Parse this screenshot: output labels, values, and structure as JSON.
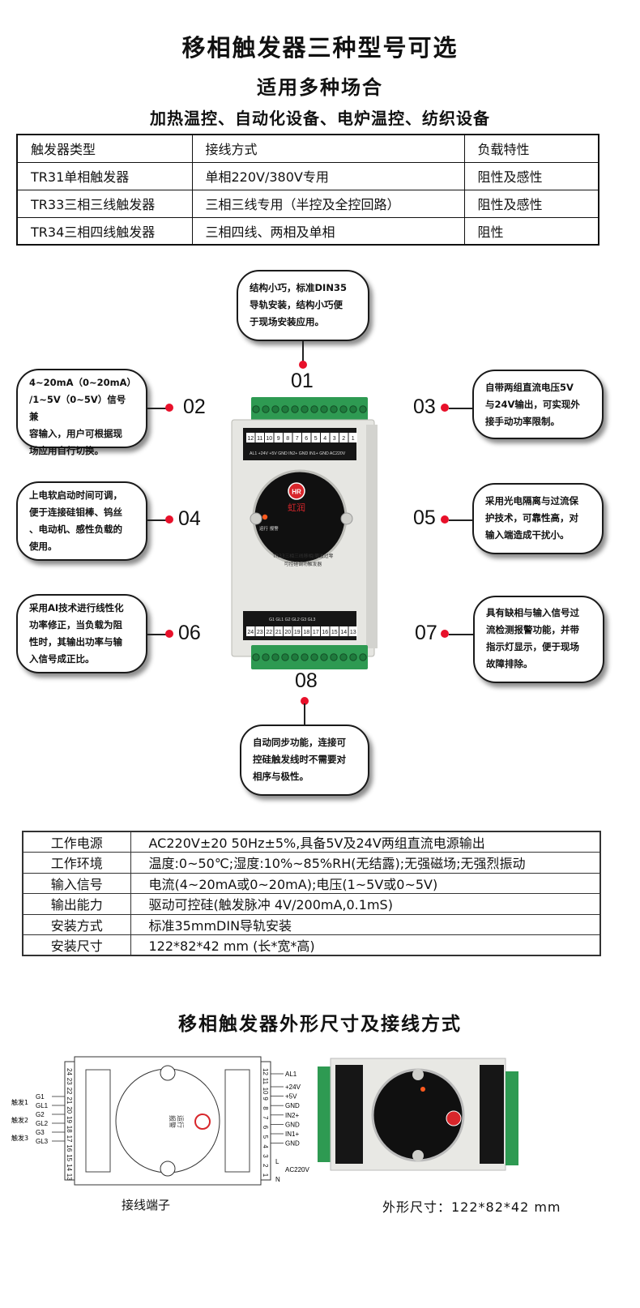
{
  "header": {
    "title": "移相触发器三种型号可选",
    "subtitle": "适用多种场合",
    "applications": "加热温控、自动化设备、电炉温控、纺织设备"
  },
  "type_table": {
    "headers": [
      "触发器类型",
      "接线方式",
      "负载特性"
    ],
    "rows": [
      [
        "TR31单相触发器",
        "单相220V/380V专用",
        "阻性及感性"
      ],
      [
        "TR33三相三线触发器",
        "三相三线专用（半控及全控回路）",
        "阻性及感性"
      ],
      [
        "TR34三相四线触发器",
        "三相四线、两相及单相",
        "阻性"
      ]
    ]
  },
  "features": [
    {
      "num": "01",
      "lines": [
        "结构小巧，标准DIN35",
        "导轨安装，结构小巧便",
        "于现场安装应用。"
      ]
    },
    {
      "num": "02",
      "lines": [
        "4~20mA（0~20mA）",
        "/1~5V（0~5V）信号兼",
        "容输入，用户可根据现",
        "场应用自行切换。"
      ]
    },
    {
      "num": "03",
      "lines": [
        "自带两组直流电压5V",
        "与24V输出，可实现外",
        "接手动功率限制。"
      ]
    },
    {
      "num": "04",
      "lines": [
        "上电软启动时间可调，",
        "便于连接硅钼棒、钨丝",
        "、电动机、感性负载的",
        "使用。"
      ]
    },
    {
      "num": "05",
      "lines": [
        "采用光电隔离与过流保",
        "护技术，可靠性高，对",
        "输入端造成干扰小。"
      ]
    },
    {
      "num": "06",
      "lines": [
        "采用AI技术进行线性化",
        "功率修正，当负载为阻",
        "性时，其输出功率与输",
        "入信号成正比。"
      ]
    },
    {
      "num": "07",
      "lines": [
        "具有缺相与输入信号过",
        "流检测报警功能，并带",
        "指示灯显示，便于现场",
        "故障排除。"
      ]
    },
    {
      "num": "08",
      "lines": [
        "自动同步功能，连接可",
        "控硅触发线时不需要对",
        "相序与极性。"
      ]
    }
  ],
  "device": {
    "brand": "虹润",
    "logo": "HR",
    "indicator_labels": "运行  报警",
    "model_line1": "TR33三相三线移相/周波过零",
    "model_line2": "可控硅调功触发器",
    "top_terminals": [
      "12",
      "11",
      "10",
      "9",
      "8",
      "7",
      "6",
      "5",
      "4",
      "3",
      "2",
      "1"
    ],
    "top_signals": "AL1  +24V +5V GND IN2+ GND IN1+ GND   AC220V",
    "bottom_signals": "G1 GL1 G2 GL2 G3 GL3",
    "bottom_terminals": [
      "24",
      "23",
      "22",
      "21",
      "20",
      "19",
      "18",
      "17",
      "16",
      "15",
      "14",
      "13"
    ]
  },
  "spec_table": [
    {
      "key": "工作电源",
      "value": "AC220V±20 50Hz±5%,具备5V及24V两组直流电源输出"
    },
    {
      "key": "工作环境",
      "value": "温度:0~50℃;湿度:10%~85%RH(无结露);无强磁场;无强烈振动"
    },
    {
      "key": "输入信号",
      "value": "电流(4~20mA或0~20mA);电压(1~5V或0~5V)"
    },
    {
      "key": "输出能力",
      "value": "驱动可控硅(触发脉冲 4V/200mA,0.1mS)"
    },
    {
      "key": "安装方式",
      "value": "标准35mmDIN导轨安装"
    },
    {
      "key": "安装尺寸",
      "value": "122*82*42 mm (长*宽*高)"
    }
  ],
  "dimension_section": {
    "title": "移相触发器外形尺寸及接线方式",
    "wiring_caption": "接线端子",
    "size_caption": "外形尺寸：122*82*42 mm",
    "left_terminals": [
      "24",
      "23",
      "22",
      "21",
      "20",
      "19",
      "18",
      "17",
      "16",
      "15",
      "14",
      "13"
    ],
    "right_terminals": [
      "12",
      "11",
      "10",
      "9",
      "8",
      "7",
      "6",
      "5",
      "4",
      "3",
      "2",
      "1"
    ],
    "left_signals": [
      "G1",
      "GL1",
      "G2",
      "GL2",
      "G3",
      "GL3"
    ],
    "trigger_labels": [
      "触发1",
      "触发2",
      "触发3"
    ],
    "right_signals": [
      "AL1",
      "+24V",
      "+5V",
      "GND",
      "IN2+",
      "GND",
      "IN1+",
      "GND"
    ],
    "ac_labels": [
      "L",
      "AC220V",
      "N"
    ],
    "indicator_run": "运行",
    "indicator_alarm": "报警"
  },
  "colors": {
    "accent_dot": "#e8102a",
    "terminal_green": "#2e9a52",
    "logo_red": "#d8262b"
  }
}
